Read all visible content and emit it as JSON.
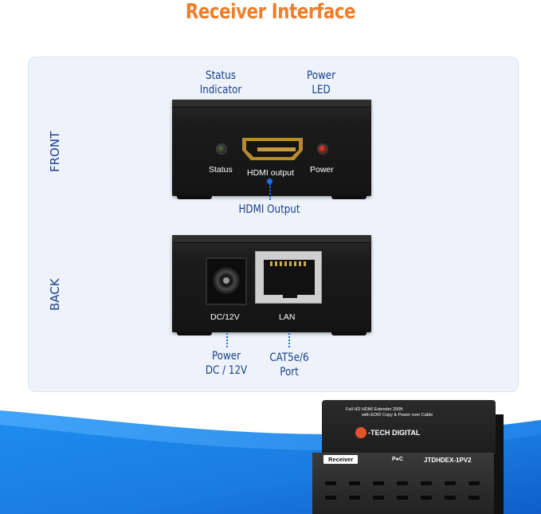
{
  "title": "Receiver Interface",
  "front": {
    "label": "FRONT",
    "callouts": {
      "status_indicator": [
        "Status",
        "Indicator"
      ],
      "power_led": [
        "Power",
        "LED"
      ],
      "hdmi_output": "HDMI Output"
    },
    "box_labels": {
      "status": "Status",
      "hdmi": "HDMI output",
      "power": "Power"
    }
  },
  "back": {
    "label": "BACK",
    "callouts": {
      "power_dc": [
        "Power",
        "DC / 12V"
      ],
      "cat_port": [
        "CAT5e/6",
        "Port"
      ]
    },
    "box_labels": {
      "dc": "DC/12V",
      "lan": "LAN"
    }
  },
  "product": {
    "line1": "Full HD HDMI Extender 200ft",
    "line2": "with EDID Copy & Power over Cable",
    "brand": "-TECH DIGITAL",
    "tag": "Receiver",
    "poc": "P●C",
    "model": "JTDHDEX-1PV2"
  },
  "colors": {
    "title": "#ee7d2a",
    "callout_text": "#1a3f8a",
    "accent_blue": "#1e6ee8",
    "panel_bg": "#eef3fb"
  }
}
